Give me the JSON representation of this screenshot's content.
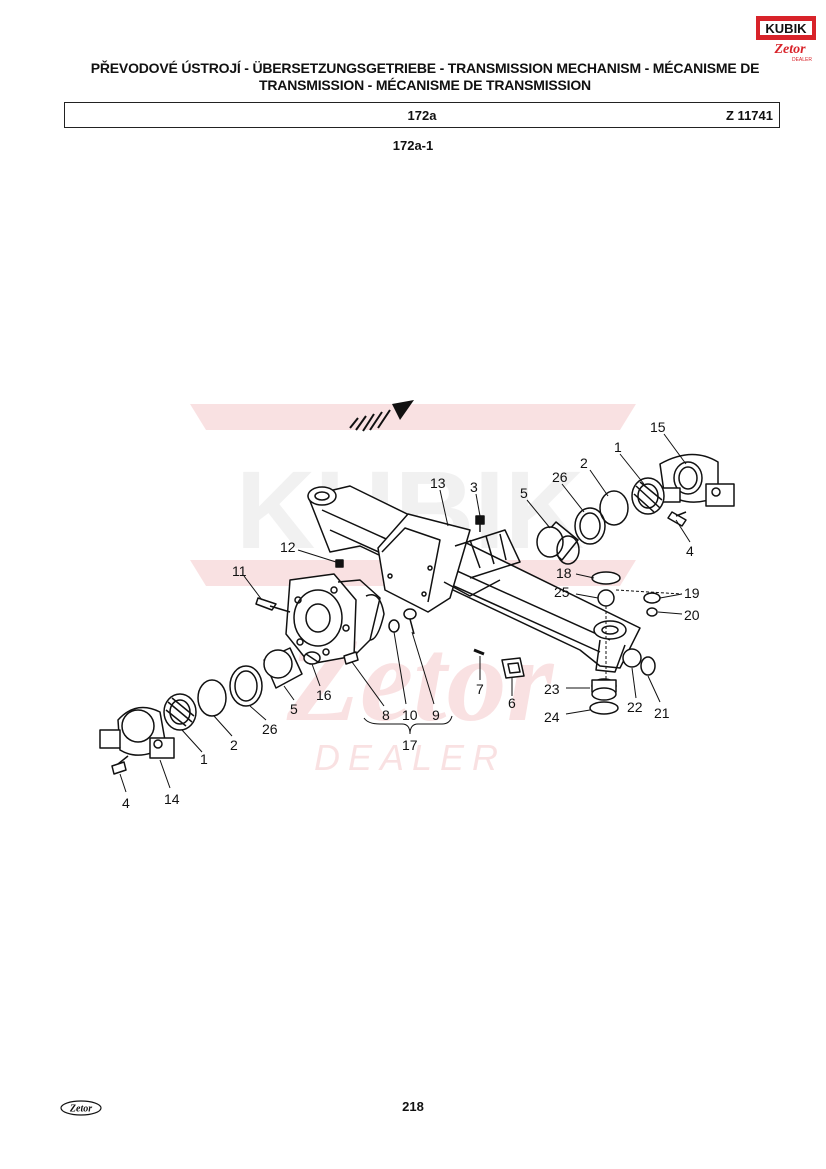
{
  "header": {
    "title_line1": "PŘEVODOVÉ ÚSTROJÍ - ÜBERSETZUNGSGETRIEBE - TRANSMISSION MECHANISM - MÉCANISME DE",
    "title_line2": "TRANSMISSION - MÉCANISME DE TRANSMISSION",
    "section_code": "172a",
    "ref_code": "Z 11741"
  },
  "figure": {
    "code": "172a-1"
  },
  "logo": {
    "brand": "KUBIK",
    "sub": "Zetor",
    "tag": "DEALER",
    "brand_color": "#d8232a"
  },
  "watermark": {
    "brand": "KUBIK",
    "sub": "Zetor",
    "tag": "DEALER"
  },
  "parts": [
    {
      "label": "15"
    },
    {
      "label": "1"
    },
    {
      "label": "2"
    },
    {
      "label": "26"
    },
    {
      "label": "5"
    },
    {
      "label": "3"
    },
    {
      "label": "13"
    },
    {
      "label": "12"
    },
    {
      "label": "11"
    },
    {
      "label": "4"
    },
    {
      "label": "18"
    },
    {
      "label": "19"
    },
    {
      "label": "25"
    },
    {
      "label": "20"
    },
    {
      "label": "7"
    },
    {
      "label": "6"
    },
    {
      "label": "23"
    },
    {
      "label": "22"
    },
    {
      "label": "21"
    },
    {
      "label": "24"
    },
    {
      "label": "16"
    },
    {
      "label": "5"
    },
    {
      "label": "26"
    },
    {
      "label": "2"
    },
    {
      "label": "1"
    },
    {
      "label": "8"
    },
    {
      "label": "10"
    },
    {
      "label": "9"
    },
    {
      "label": "17"
    },
    {
      "label": "14"
    },
    {
      "label": "4"
    }
  ],
  "footer": {
    "page_number": "218",
    "logo_text": "Zetor"
  }
}
